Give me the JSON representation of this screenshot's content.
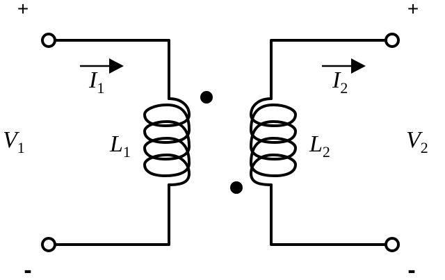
{
  "primary": {
    "plus": "+",
    "minus": "-",
    "voltage": {
      "symbol": "V",
      "subscript": "1"
    },
    "current": {
      "symbol": "I",
      "subscript": "1"
    },
    "inductor": {
      "symbol": "L",
      "subscript": "1"
    }
  },
  "secondary": {
    "plus": "+",
    "minus": "-",
    "voltage": {
      "symbol": "V",
      "subscript": "2"
    },
    "current": {
      "symbol": "I",
      "subscript": "2"
    },
    "inductor": {
      "symbol": "L",
      "subscript": "2"
    }
  }
}
